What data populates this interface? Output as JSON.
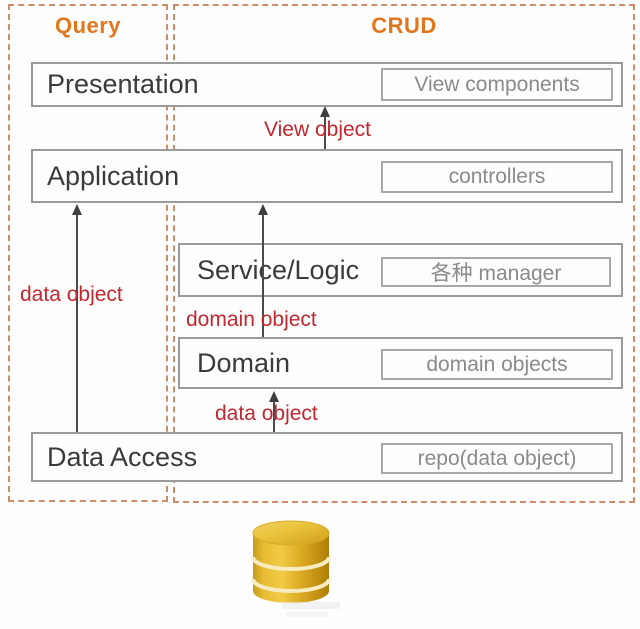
{
  "diagram": {
    "columns": [
      {
        "label": "Query"
      },
      {
        "label": "CRUD"
      }
    ],
    "layers": [
      {
        "label": "Presentation",
        "component": "View components"
      },
      {
        "label": "Application",
        "component": "controllers"
      },
      {
        "label": "Service/Logic",
        "component": "各种 manager"
      },
      {
        "label": "Domain",
        "component": "domain objects"
      },
      {
        "label": "Data Access",
        "component": "repo(data object)"
      }
    ],
    "arrows": [
      {
        "label": "View object",
        "from": "Application",
        "to": "Presentation"
      },
      {
        "label": "data object",
        "from": "Data Access",
        "to": "Application"
      },
      {
        "label": "domain object",
        "from": "Domain",
        "to": "Application"
      },
      {
        "label": "data object",
        "from": "Data Access",
        "to": "Domain"
      }
    ],
    "icons": [
      {
        "name": "database-cylinder-icon"
      }
    ],
    "colors": {
      "accent_orange": "#e2761d",
      "dashed_border": "#d08b68",
      "arrow_label_red": "#c2262e",
      "box_border_gray": "#9a9a9a",
      "component_text_gray": "#8a8a8a",
      "layer_text": "#3a3a3a",
      "arrow_gray": "#3f3f3f",
      "database_gold": "#d9a71f"
    }
  }
}
